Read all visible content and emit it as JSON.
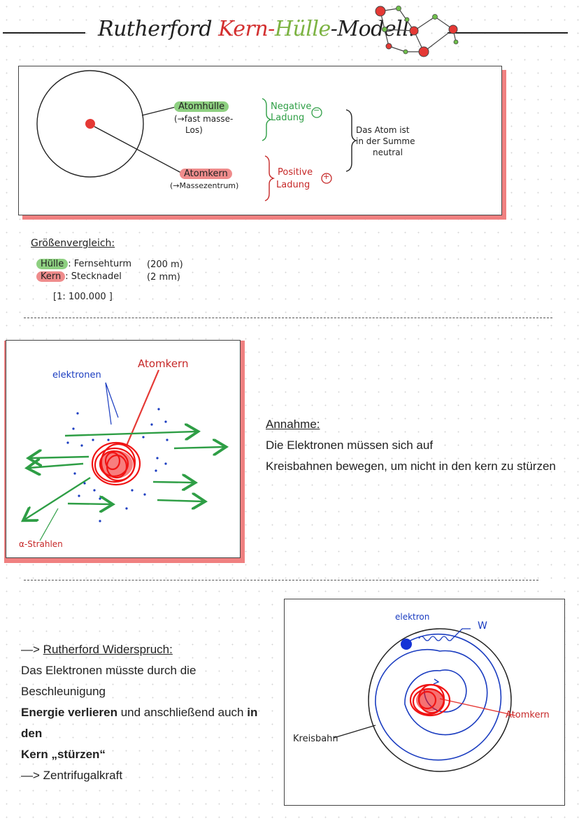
{
  "title": {
    "part1": "Rutherford",
    "part2": "Kern-",
    "part3": "Hülle",
    "part4": "-Modell:"
  },
  "diagram1": {
    "shell_label": "Atomhülle",
    "shell_note_1": "(→fast masse-",
    "shell_note_2": "Los)",
    "nucleus_label": "Atomkern",
    "nucleus_note": "(→Massezentrum)",
    "negative_1": "Negative",
    "negative_2": "Ladung",
    "negative_sign": "−",
    "positive_1": "Positive",
    "positive_2": "Ladung",
    "positive_sign": "+",
    "neutral_1": "Das Atom ist",
    "neutral_2": "in der Summe",
    "neutral_3": "neutral"
  },
  "size_comparison": {
    "heading": "Größenvergleich:",
    "row1_key": "Hülle",
    "row1_value": "Fernsehturm",
    "row1_size": "(200 m)",
    "row2_key": "Kern",
    "row2_value": "Stecknadel",
    "row2_size": "(2 mm)",
    "ratio": "[1: 100.000 ]"
  },
  "diagram2": {
    "nucleus_label": "Atomkern",
    "electrons_label": "elektronen",
    "alpha_label": "α-Strahlen"
  },
  "assumption": {
    "heading": "Annahme:",
    "line1": "Die Elektronen müssen sich auf",
    "line2": "Kreisbahnen bewegen, um nicht in den kern zu stürzen"
  },
  "contradiction": {
    "heading_arrow": "—>",
    "heading": "Rutherford Widerspruch:",
    "line1": "Das Elektronen müsste durch die Beschleunigung",
    "line2_bold1": "Energie verlieren",
    "line2_mid": " und anschließend auch ",
    "line2_bold2": "in den",
    "line3_bold": "Kern „stürzen“",
    "line4_arrow": "—>",
    "line4": "Zentrifugalkraft"
  },
  "diagram3": {
    "electron_label": "elektron",
    "wave_label": "W",
    "orbit_label": "Kreisbahn",
    "nucleus_label": "Atomkern"
  },
  "colors": {
    "red": "#d32f2f",
    "green": "#2e9e45",
    "blue": "#1a3cc0",
    "frame_shadow": "#f08080"
  }
}
